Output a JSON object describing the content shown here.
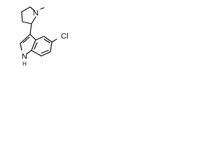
{
  "atoms": {
    "pyrrolidine_nitrogen": "N",
    "chlorine": "Cl",
    "indole_nitrogen": "N",
    "indole_hydrogen": "H"
  }
}
